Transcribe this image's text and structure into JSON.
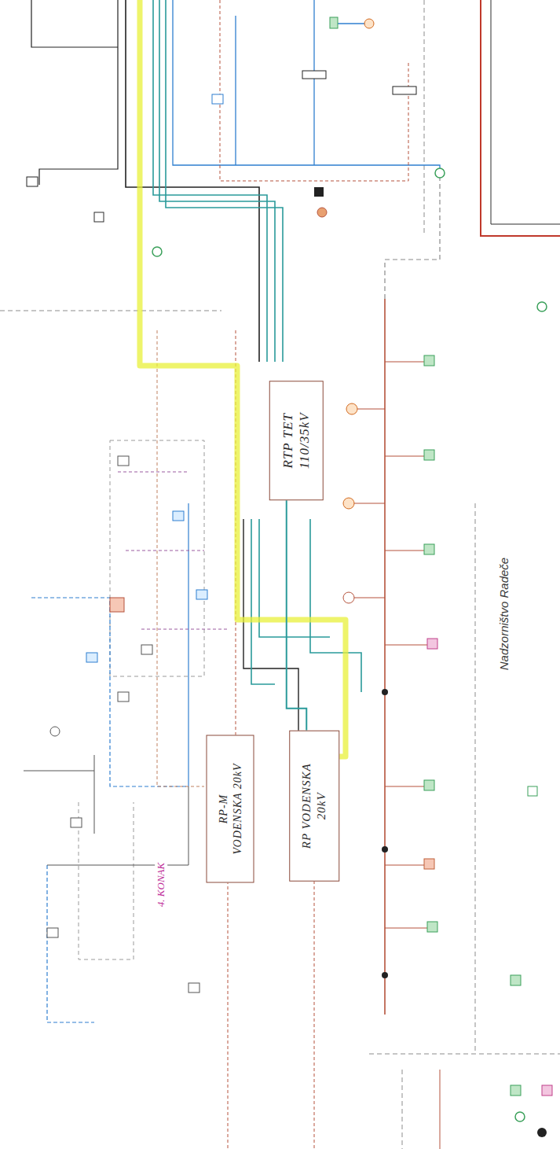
{
  "diagram": {
    "nodes": [
      {
        "text": [
          "RTP TET 110/35kV"
        ]
      },
      {
        "text": [
          "RP-M VODENSKA 20kV"
        ]
      },
      {
        "text": [
          "RP VODENSKA 20kV"
        ]
      }
    ],
    "edges": [
      {
        "from": 0,
        "to": 2,
        "arrow": "none"
      }
    ],
    "labels": [
      "Nadzorništvo Radeče",
      "4. KONAK"
    ]
  }
}
